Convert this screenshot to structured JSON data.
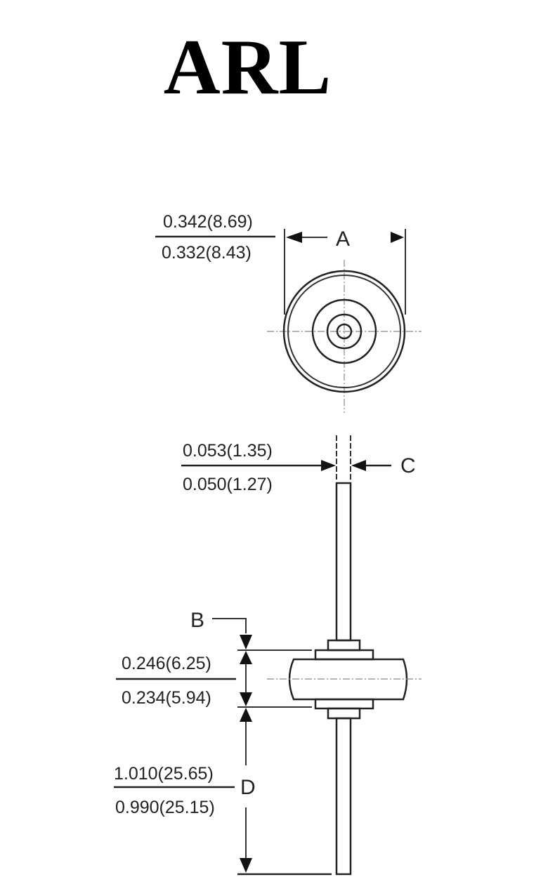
{
  "title": "ARL",
  "dimensions": {
    "A": {
      "label": "A",
      "max": "0.342(8.69)",
      "min": "0.332(8.43)"
    },
    "C": {
      "label": "C",
      "max": "0.053(1.35)",
      "min": "0.050(1.27)"
    },
    "B": {
      "label": "B",
      "max": "0.246(6.25)",
      "min": "0.234(5.94)"
    },
    "D": {
      "label": "D",
      "max": "1.010(25.65)",
      "min": "0.990(25.15)"
    }
  }
}
